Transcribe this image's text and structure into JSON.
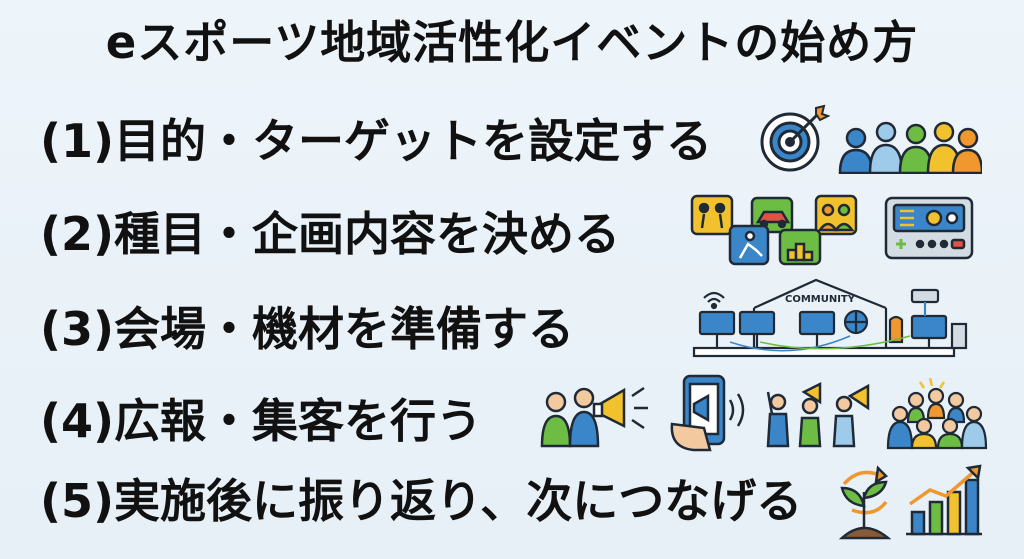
{
  "title": "eスポーツ地域活性化イベントの始め方",
  "steps": [
    {
      "label": "(1)目的・ターゲットを設定する",
      "icons": [
        "target-icon",
        "group-of-people-icon"
      ]
    },
    {
      "label": "(2)種目・企画内容を決める",
      "icons": [
        "event-category-tiles-icon",
        "game-console-panel-icon"
      ]
    },
    {
      "label": "(3)会場・機材を準備する",
      "icons": [
        "community-venue-network-icon"
      ]
    },
    {
      "label": "(4)広報・集客を行う",
      "icons": [
        "people-megaphone-icon",
        "smartphone-megaphone-icon",
        "cheering-people-icon",
        "crowd-icon"
      ]
    },
    {
      "label": "(5)実施後に振り返り、次につなげる",
      "icons": [
        "growing-sprout-icon",
        "growth-bar-chart-icon"
      ]
    }
  ],
  "venue_sign": "COMMUNITY",
  "colors": {
    "background": "#eaf2f8",
    "text": "#111111",
    "blue": "#3a86c8",
    "green": "#6dbd45",
    "orange": "#f0972d",
    "yellow": "#f2c12e"
  }
}
